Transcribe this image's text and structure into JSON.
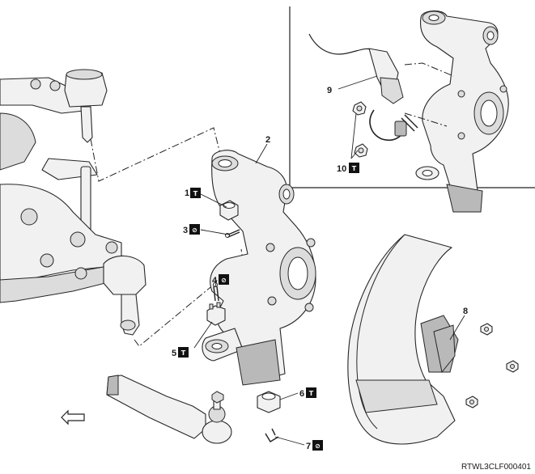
{
  "callouts": [
    {
      "id": "c1",
      "label": "1",
      "symbol": "T",
      "symbol_name": "torque-icon"
    },
    {
      "id": "c2",
      "label": "2",
      "symbol": "",
      "symbol_name": ""
    },
    {
      "id": "c3",
      "label": "3",
      "symbol": "⊘",
      "symbol_name": "do-not-reuse-icon"
    },
    {
      "id": "c4",
      "label": "4",
      "symbol": "⊘",
      "symbol_name": "do-not-reuse-icon"
    },
    {
      "id": "c5",
      "label": "5",
      "symbol": "T",
      "symbol_name": "torque-icon"
    },
    {
      "id": "c6",
      "label": "6",
      "symbol": "T",
      "symbol_name": "torque-icon"
    },
    {
      "id": "c7",
      "label": "7",
      "symbol": "⊘",
      "symbol_name": "do-not-reuse-icon"
    },
    {
      "id": "c8",
      "label": "8",
      "symbol": "",
      "symbol_name": ""
    },
    {
      "id": "c9",
      "label": "9",
      "symbol": "",
      "symbol_name": ""
    },
    {
      "id": "c10",
      "label": "10",
      "symbol": "T",
      "symbol_name": "torque-icon"
    }
  ],
  "figure_code": "RTWL3CLF000401",
  "colors": {
    "line": "#262626",
    "fill": "#f1f1f1",
    "shade": "#b9b9b9",
    "badge": "#111111"
  }
}
